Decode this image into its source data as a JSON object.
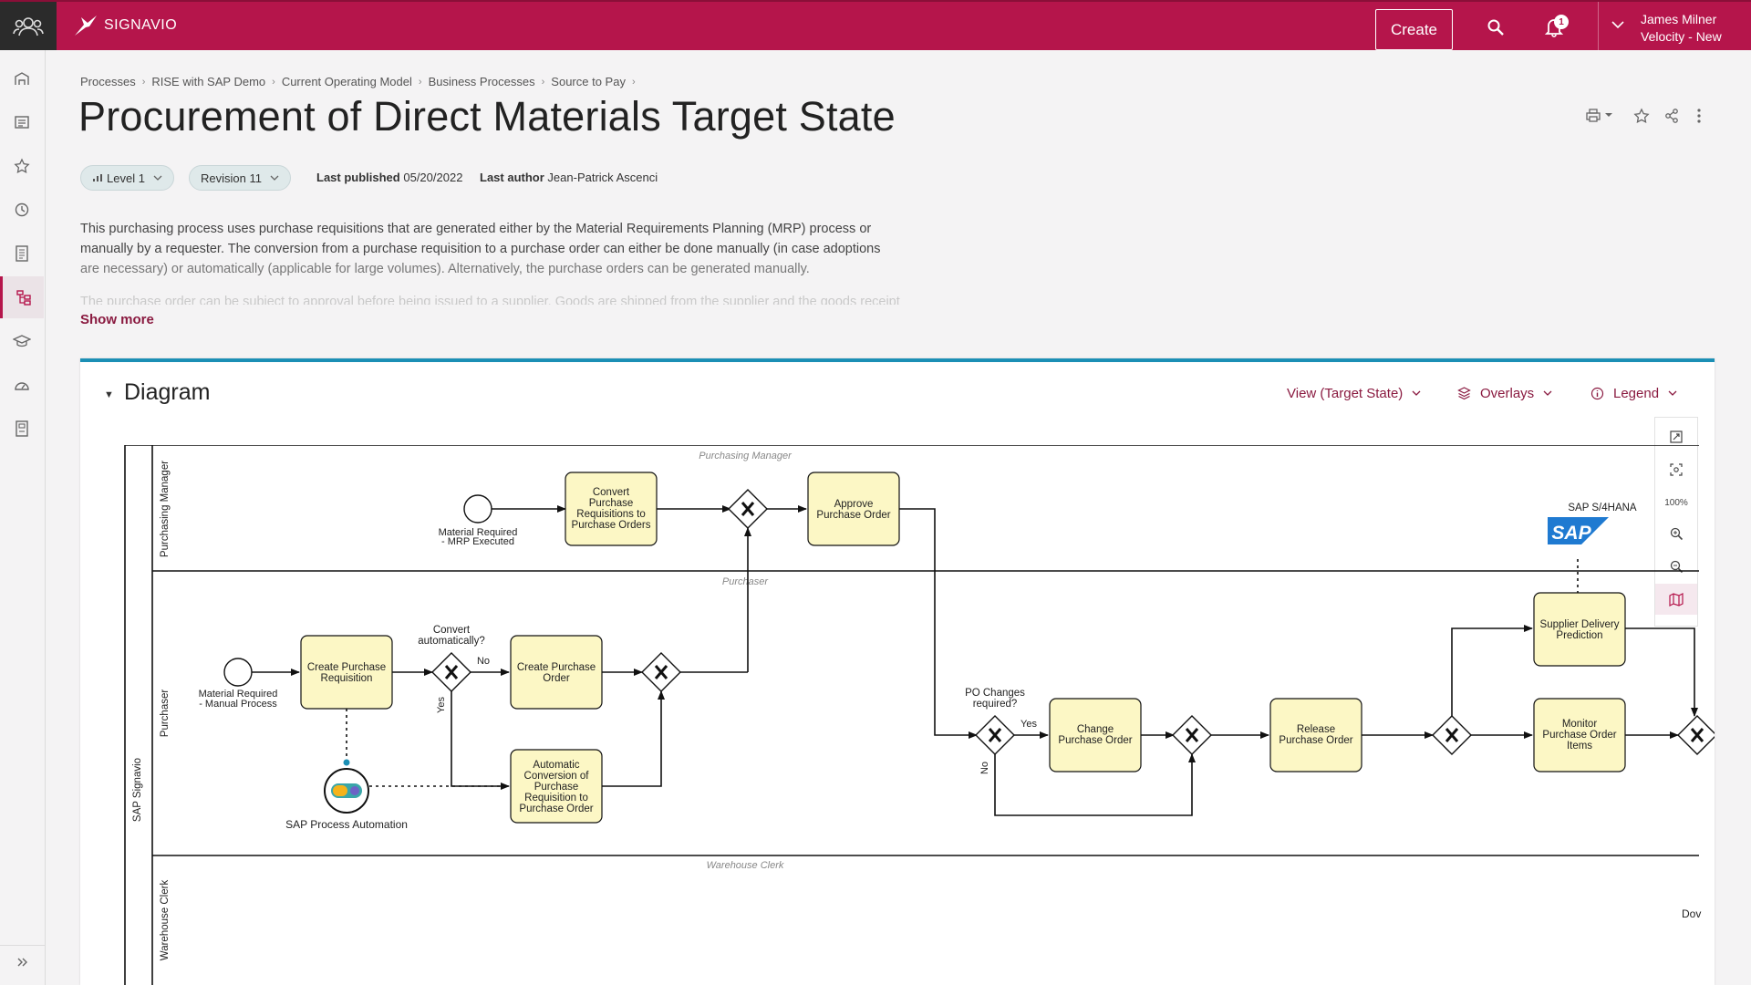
{
  "app": {
    "brand": "SIGNAVIO"
  },
  "header": {
    "create_label": "Create",
    "notification_count": "1",
    "user_name": "James Milner",
    "workspace": "Velocity - New"
  },
  "breadcrumbs": [
    "Processes",
    "RISE with SAP Demo",
    "Current Operating Model",
    "Business Processes",
    "Source to Pay"
  ],
  "page": {
    "title": "Procurement of Direct Materials Target State",
    "level_label": "Level 1",
    "revision_label": "Revision 11",
    "published_label": "Last published",
    "published_value": "05/20/2022",
    "author_label": "Last author",
    "author_value": "Jean-Patrick Ascenci",
    "description_line1": "This purchasing process uses purchase requisitions that are generated either by the Material Requirements Planning (MRP) process or",
    "description_line2": "manually by a requester. The conversion from a purchase requisition to a purchase order can either be done manually (in case adoptions",
    "description_line3": "are necessary) or automatically (applicable for large volumes). Alternatively, the purchase orders can be generated manually.",
    "description_line4": "The purchase order can be subject to approval before being issued to a supplier. Goods are shipped from the supplier and the goods receipt",
    "show_more": "Show more"
  },
  "diagram_panel": {
    "title": "Diagram",
    "view_label": "View (Target State)",
    "overlays_label": "Overlays",
    "legend_label": "Legend",
    "zoom_level": "100%"
  },
  "diagram": {
    "pool": "SAP Signavio",
    "lanes": [
      "Purchasing Manager",
      "Purchaser",
      "Warehouse Clerk"
    ],
    "lane_titles": [
      "Purchasing Manager",
      "Purchaser",
      "Warehouse Clerk"
    ],
    "tasks": {
      "convert_req": [
        "Convert",
        "Purchase",
        "Requisitions to",
        "Purchase Orders"
      ],
      "approve_po": [
        "Approve",
        "Purchase Order"
      ],
      "create_req": [
        "Create Purchase",
        "Requisition"
      ],
      "create_po": [
        "Create Purchase",
        "Order"
      ],
      "auto_conv": [
        "Automatic",
        "Conversion of",
        "Purchase",
        "Requisition to",
        "Purchase Order"
      ],
      "change_po": [
        "Change",
        "Purchase Order"
      ],
      "release_po": [
        "Release",
        "Purchase Order"
      ],
      "supplier_pred": [
        "Supplier Delivery",
        "Prediction"
      ],
      "monitor_po": [
        "Monitor",
        "Purchase Order",
        "Items"
      ]
    },
    "events": {
      "mrp": [
        "Material Required",
        "- MRP Executed"
      ],
      "manual": [
        "Material Required",
        "- Manual Process"
      ]
    },
    "gateway_labels": {
      "convert_auto": [
        "Convert",
        "automatically?"
      ],
      "po_changes": [
        "PO Changes",
        "required?"
      ]
    },
    "flow_labels": {
      "no": "No",
      "yes": "Yes"
    },
    "system": "SAP S/4HANA",
    "sap_logo": "SAP",
    "automation": "SAP Process Automation",
    "cut_text": "Dov"
  }
}
